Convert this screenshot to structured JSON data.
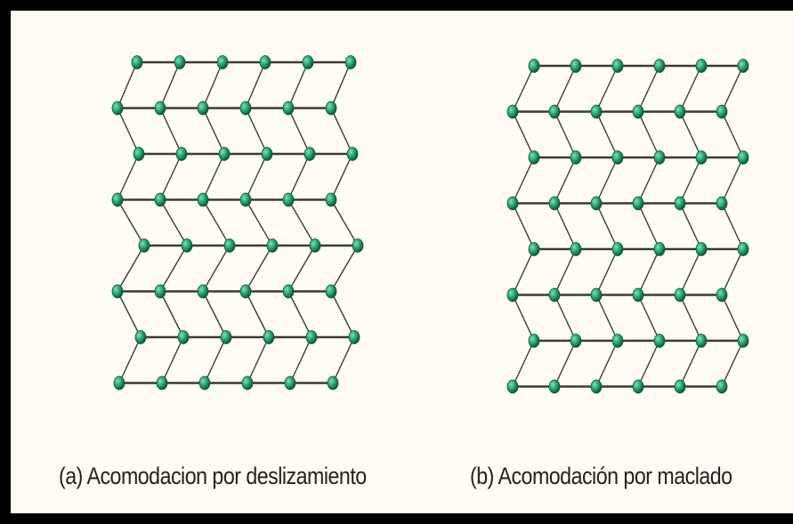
{
  "colors": {
    "frame_border": "#000000",
    "background": "#fffcf3",
    "bond": "#3a3a3a",
    "atom_fill": "#1f9d6a",
    "atom_highlight": "#7fe0b8",
    "atom_outline": "#0d5a3a"
  },
  "panels": [
    {
      "id": "a",
      "caption": "(a) Acomodacion por deslizamiento",
      "arrangement": "slip",
      "rows": 8,
      "atoms_per_row": 6
    },
    {
      "id": "b",
      "caption": "(b) Acomodación por maclado",
      "arrangement": "twin",
      "rows": 8,
      "atoms_per_row": 6
    }
  ]
}
